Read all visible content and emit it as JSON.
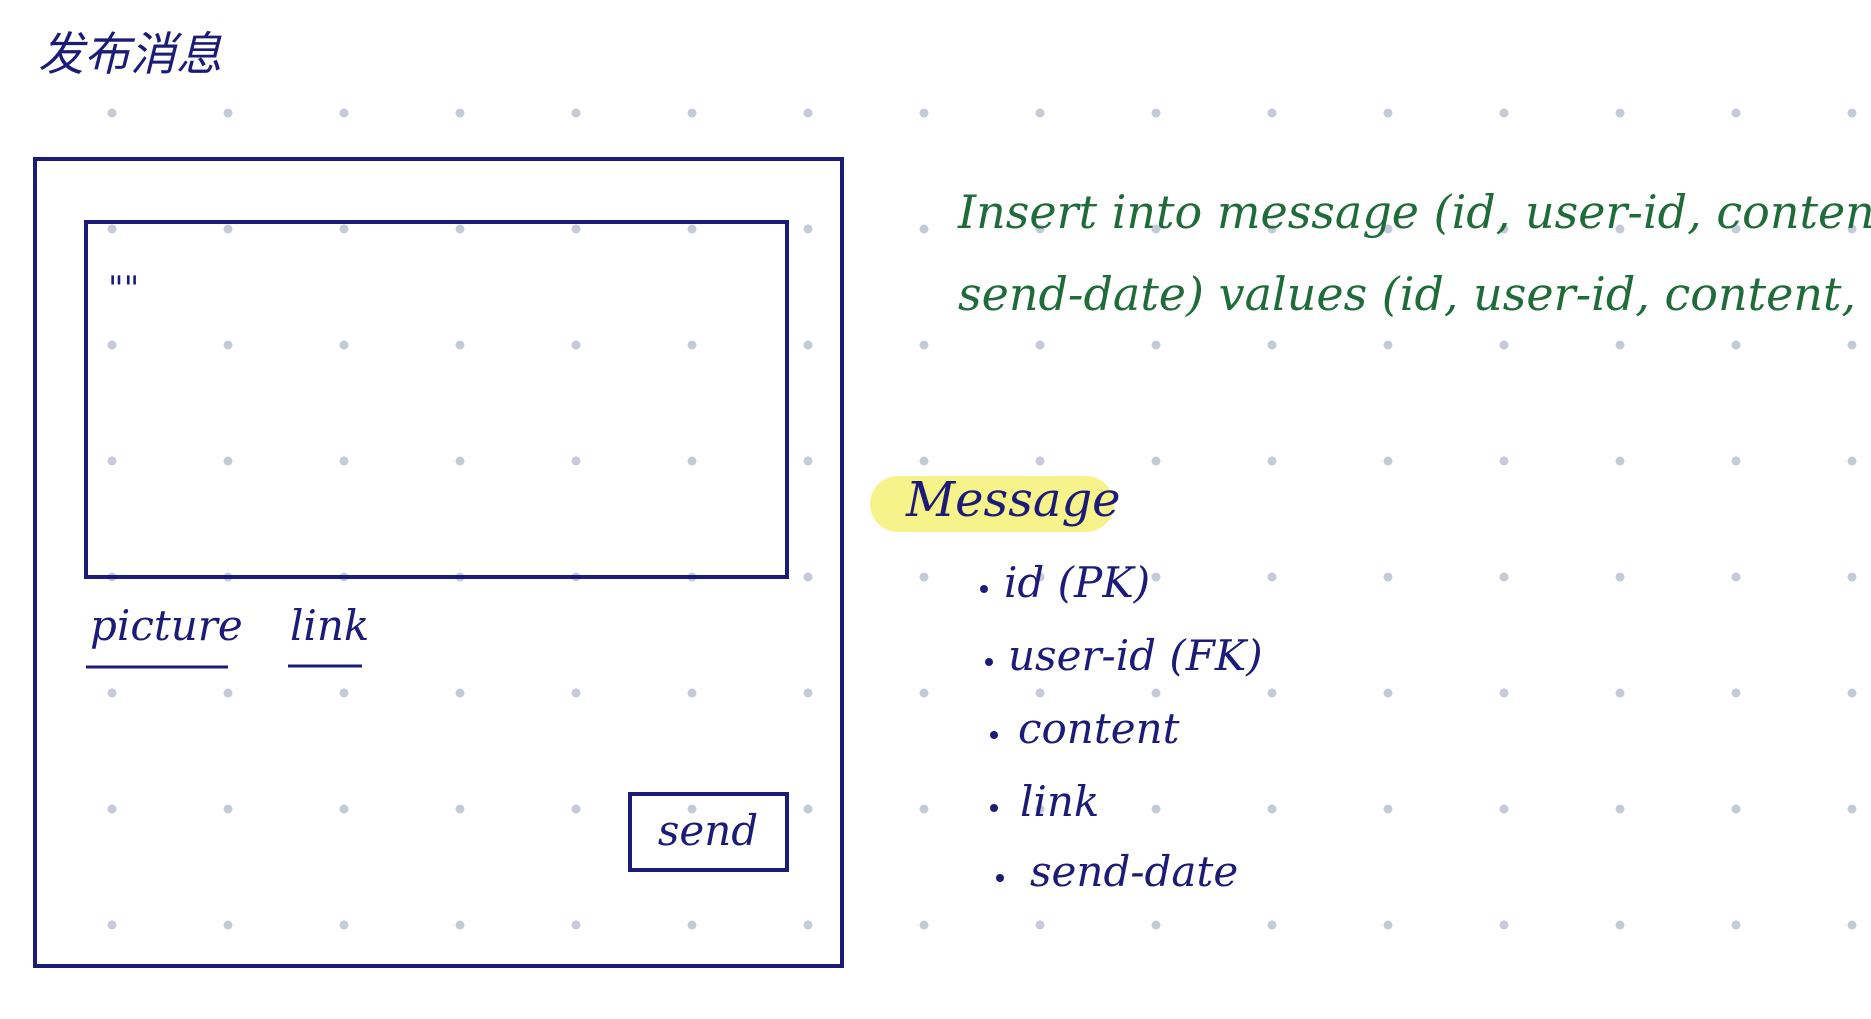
{
  "page_title": "发布消息",
  "form": {
    "textarea_content": "\"\"",
    "picture_link": "picture",
    "link_link": "link",
    "send_button": "send"
  },
  "sql": {
    "line1": "Insert into message (id, user-id, content,",
    "line2": "send-date) values (id, user-id, content, date"
  },
  "entity": {
    "title": "Message",
    "fields": [
      "id (PK)",
      "user-id (FK)",
      "content",
      "link",
      "send-date"
    ]
  },
  "colors": {
    "ink": "#1c1c78",
    "sql_ink": "#1f6b3a",
    "highlight": "#f5f38a",
    "dot": "#c4cad8"
  }
}
